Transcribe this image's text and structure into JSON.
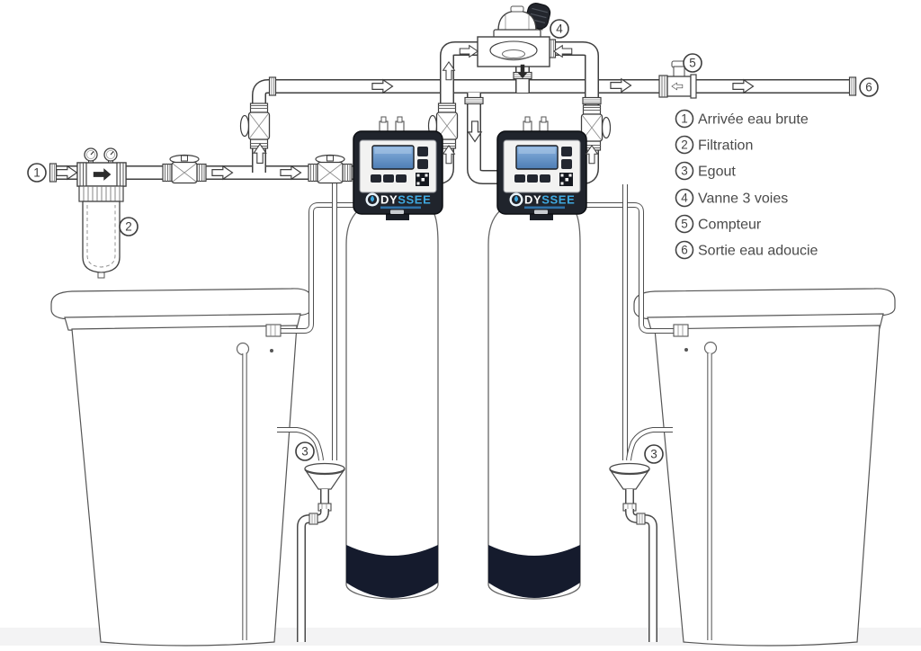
{
  "diagram": {
    "legend": {
      "items": [
        {
          "num": "1",
          "label": "Arrivée eau brute"
        },
        {
          "num": "2",
          "label": "Filtration"
        },
        {
          "num": "3",
          "label": "Egout"
        },
        {
          "num": "4",
          "label": "Vanne 3 voies"
        },
        {
          "num": "5",
          "label": "Compteur"
        },
        {
          "num": "6",
          "label": "Sortie eau adoucie"
        }
      ]
    },
    "callouts": {
      "inlet": "1",
      "filtration": "2",
      "drain_left": "3",
      "drain_right": "3",
      "three_way_valve": "4",
      "meter": "5",
      "outlet": "6"
    },
    "valve_brand": {
      "prefix": "DY",
      "suffix": "SSEE"
    },
    "colors": {
      "line": "#3f3f3f",
      "tank_base_navy": "#151b2d",
      "valve_body": "#20242c",
      "lcd_blue": "#6d9fd2",
      "brand_blue": "#3fa9e0",
      "legend_text": "#4a4a4a"
    }
  }
}
